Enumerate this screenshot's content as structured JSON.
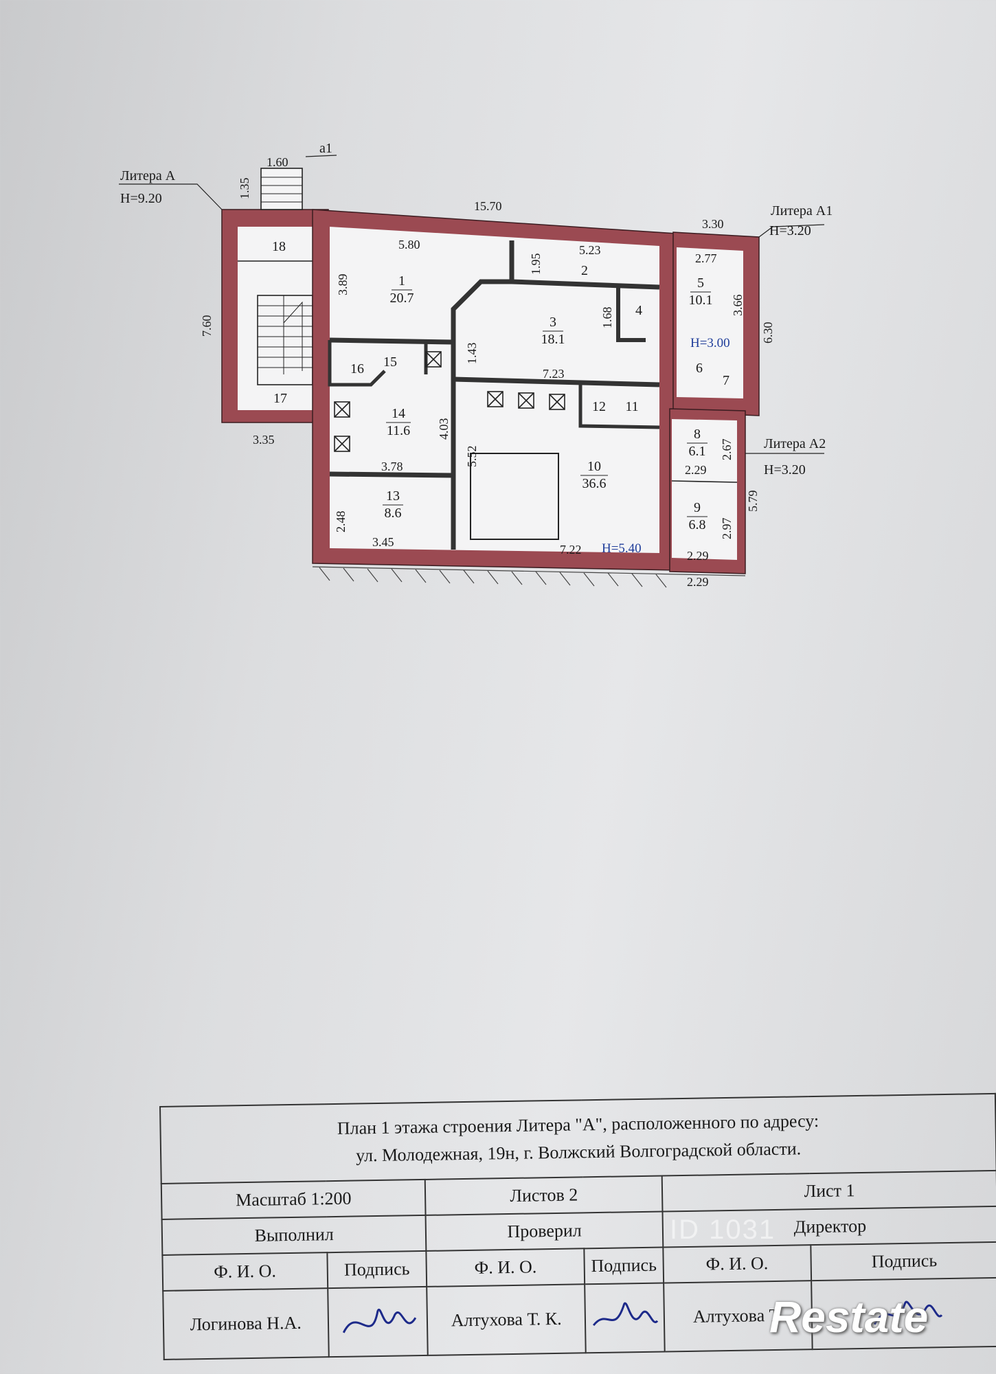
{
  "plan": {
    "litera_a": {
      "label": "Литера А",
      "height": "H=9.20"
    },
    "litera_a1": {
      "label": "Литера А1",
      "height": "H=3.20"
    },
    "litera_a2": {
      "label": "Литера А2",
      "height": "H=3.20"
    },
    "porch_label": "a1",
    "dimensions": {
      "porch_width": "1.60",
      "porch_depth": "1.35",
      "top_total": "15.70",
      "top_room1": "5.80",
      "top_room2": "5.23",
      "a1_top": "3.30",
      "a1_inner": "2.77",
      "left_stair": "7.60",
      "bottom_stair": "3.35",
      "room1_height": "3.89",
      "corridor_height": "1.95",
      "room3_h": "1.68",
      "room5_h": "3.66",
      "a1_side": "6.30",
      "room14_gap": "1.43",
      "room3_bottom": "7.23",
      "room14_h": "4.03",
      "room10_h": "5.52",
      "room14_w": "3.78",
      "room13_h": "2.48",
      "room13_w": "3.45",
      "room10_w": "7.22",
      "room8_h": "2.67",
      "room8_w": "2.29",
      "a2_side": "5.79",
      "room9_h": "2.97",
      "room9_w": "2.29",
      "a2_bottom": "2.29"
    },
    "heights": {
      "a1_inner": "H=3.00",
      "room10": "H=5.40"
    },
    "rooms": [
      {
        "num": "1",
        "area": "20.7"
      },
      {
        "num": "2",
        "area": ""
      },
      {
        "num": "3",
        "area": "18.1"
      },
      {
        "num": "4",
        "area": ""
      },
      {
        "num": "5",
        "area": "10.1"
      },
      {
        "num": "6",
        "area": ""
      },
      {
        "num": "7",
        "area": ""
      },
      {
        "num": "8",
        "area": "6.1"
      },
      {
        "num": "9",
        "area": "6.8"
      },
      {
        "num": "10",
        "area": "36.6"
      },
      {
        "num": "11",
        "area": ""
      },
      {
        "num": "12",
        "area": ""
      },
      {
        "num": "13",
        "area": "8.6"
      },
      {
        "num": "14",
        "area": "11.6"
      },
      {
        "num": "15",
        "area": ""
      },
      {
        "num": "16",
        "area": ""
      },
      {
        "num": "17",
        "area": ""
      },
      {
        "num": "18",
        "area": ""
      }
    ]
  },
  "stamp": {
    "title_line1": "План 1 этажа строения Литера \"А\", расположенного по адресу:",
    "title_line2": "ул. Молодежная, 19н,  г. Волжский Волгоградской области.",
    "scale": "Масштаб 1:200",
    "sheets_total": "Листов 2",
    "sheet": "Лист 1",
    "performed": "Выполнил",
    "checked": "Проверил",
    "director": "Директор",
    "fio_label": "Ф. И. О.",
    "signature_label": "Подпись",
    "performer_name": "Логинова Н.А.",
    "checker_name": "Алтухова Т. К.",
    "director_name": "Алтухова Т."
  },
  "watermark": {
    "brand": "Restate",
    "id_text": "ID 1031"
  }
}
